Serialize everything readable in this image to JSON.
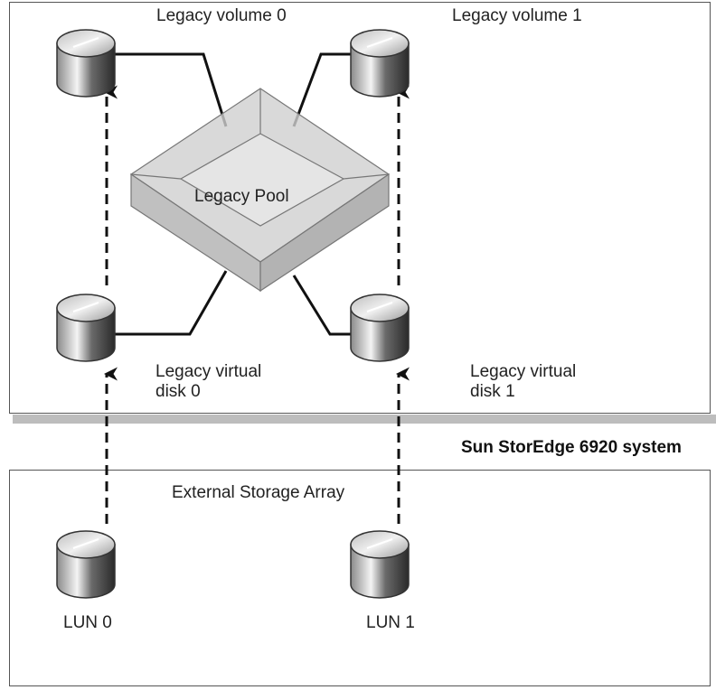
{
  "labels": {
    "legacy_volume_0": "Legacy volume 0",
    "legacy_volume_1": "Legacy volume 1",
    "legacy_pool": "Legacy Pool",
    "legacy_virtual_disk_0": [
      "Legacy virtual",
      "disk 0"
    ],
    "legacy_virtual_disk_1": [
      "Legacy virtual",
      "disk 1"
    ],
    "system_name": "Sun StorEdge 6920 system",
    "external_array": "External Storage Array",
    "lun_0": "LUN 0",
    "lun_1": "LUN 1"
  },
  "colors": {
    "disk_body": "#a8a8a8",
    "pool_top": "#d4d4d4",
    "pool_side": "#bcbcbc",
    "line": "#111111"
  }
}
